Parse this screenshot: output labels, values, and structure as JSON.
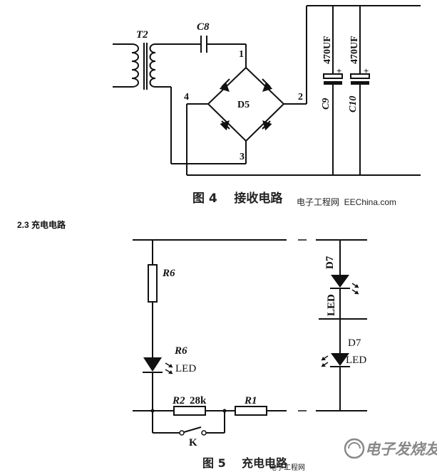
{
  "fig4": {
    "labels": {
      "transformer": "T2",
      "capacitor_series": "C8",
      "bridge": "D5",
      "node1": "1",
      "node2": "2",
      "node3": "3",
      "node4": "4",
      "cap1_name": "C9",
      "cap1_value": "470UF",
      "cap2_name": "C10",
      "cap2_value": "470UF",
      "plus": "+"
    },
    "caption": "图 4    接收电路"
  },
  "watermark_top": "电子工程网  EEChina.com",
  "section_title": "2.3 充电电路",
  "fig5": {
    "labels": {
      "r6_top": "R6",
      "r6_mid": "R6",
      "led_left": "LED",
      "r2": "R2",
      "r2_value": "28k",
      "r1": "R1",
      "switch": "K",
      "d7_top": "D7",
      "led_top": "LED",
      "d7_bottom": "D7",
      "led_bottom": "LED"
    },
    "caption": "图 5    充电电路"
  },
  "watermark_bottom_left": "电子工程网",
  "watermark_logo": "电子发烧友",
  "colors": {
    "ink": "#111111",
    "background": "#ffffff"
  }
}
